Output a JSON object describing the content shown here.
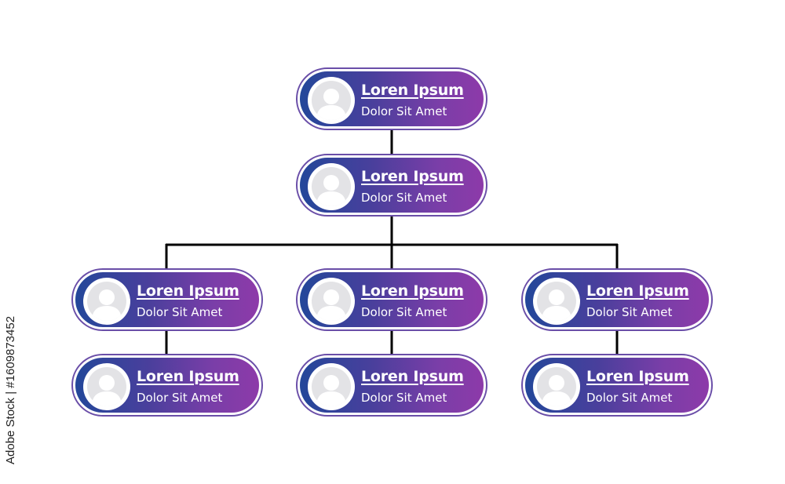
{
  "diagram": {
    "type": "org-chart",
    "colors": {
      "node_gradient_start": "#23479a",
      "node_gradient_end": "#8d3aa9",
      "node_border": "#6a4ea8",
      "connector": "#000000",
      "avatar_bg": "#e3e3e6",
      "avatar_figure": "#ffffff"
    },
    "nodes": [
      {
        "id": "top",
        "title": "Loren Ipsum",
        "subtitle": "Dolor Sit Amet",
        "icon": "person-avatar-icon"
      },
      {
        "id": "second",
        "title": "Loren Ipsum",
        "subtitle": "Dolor Sit Amet",
        "icon": "person-avatar-icon"
      },
      {
        "id": "left-1",
        "title": "Loren Ipsum",
        "subtitle": "Dolor Sit Amet",
        "icon": "person-avatar-icon"
      },
      {
        "id": "center-1",
        "title": "Loren Ipsum",
        "subtitle": "Dolor Sit Amet",
        "icon": "person-avatar-icon"
      },
      {
        "id": "right-1",
        "title": "Loren Ipsum",
        "subtitle": "Dolor Sit Amet",
        "icon": "person-avatar-icon"
      },
      {
        "id": "left-2",
        "title": "Loren Ipsum",
        "subtitle": "Dolor Sit Amet",
        "icon": "person-avatar-icon"
      },
      {
        "id": "center-2",
        "title": "Loren Ipsum",
        "subtitle": "Dolor Sit Amet",
        "icon": "person-avatar-icon"
      },
      {
        "id": "right-2",
        "title": "Loren Ipsum",
        "subtitle": "Dolor Sit Amet",
        "icon": "person-avatar-icon"
      }
    ],
    "edges": [
      {
        "from": "top",
        "to": "second"
      },
      {
        "from": "second",
        "to": "left-1"
      },
      {
        "from": "second",
        "to": "center-1"
      },
      {
        "from": "second",
        "to": "right-1"
      },
      {
        "from": "left-1",
        "to": "left-2"
      },
      {
        "from": "center-1",
        "to": "center-2"
      },
      {
        "from": "right-1",
        "to": "right-2"
      }
    ]
  },
  "watermark": {
    "side_text": "Adobe Stock | #1609873452"
  }
}
